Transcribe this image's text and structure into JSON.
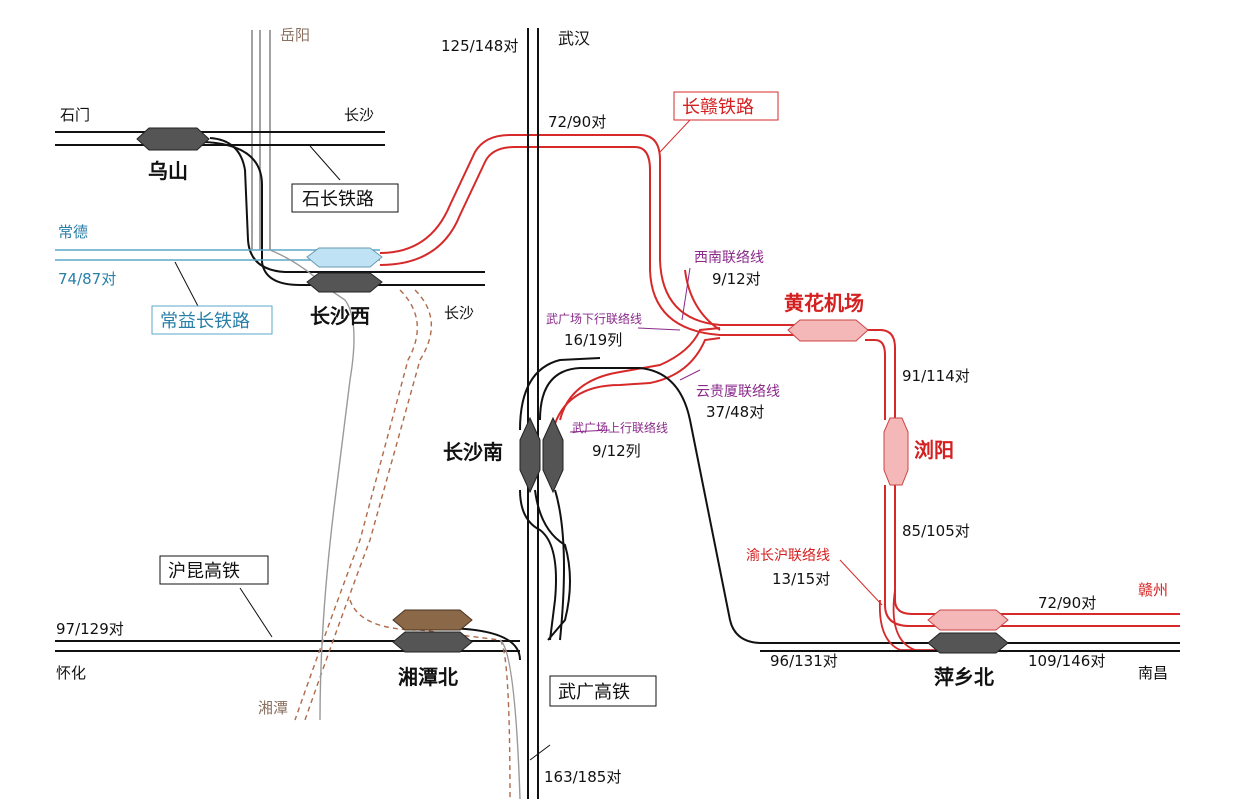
{
  "colors": {
    "track_black": "#111111",
    "track_red": "#d62a2a",
    "track_blue": "#5aa9c9",
    "track_gray": "#8a8a8a",
    "track_dashed_brown": "#b06a4a",
    "label_red": "#d42020",
    "label_purple": "#8b2a8b",
    "label_blue": "#2a7fa8",
    "station_dark": "#555555",
    "station_pink": "#f5b8b8",
    "station_blue": "#bfe3f5",
    "station_brown": "#8a6848"
  },
  "directions": {
    "yueyang": "岳阳",
    "wuhan": "武汉",
    "shimen": "石门",
    "changsha_top": "长沙",
    "changde": "常德",
    "changsha_mid": "长沙",
    "huaihua": "怀化",
    "xiangtan": "湘潭",
    "ganzhou": "赣州",
    "nanchang": "南昌"
  },
  "stations": {
    "wushan": "乌山",
    "changsha_west": "长沙西",
    "changsha_south": "长沙南",
    "huanghua_airport": "黄花机场",
    "liuyang": "浏阳",
    "xiangtan_north": "湘潭北",
    "pingxiang_north": "萍乡北"
  },
  "lines": {
    "shichang": "石长铁路",
    "changyichang": "常益长铁路",
    "changgan": "长赣铁路",
    "hukun": "沪昆高铁",
    "wuguang": "武广高铁",
    "xinan_link": "西南联络线",
    "wuguang_down_link": "武广场下行联络线",
    "yunguixia_link": "云贵厦联络线",
    "wuguang_up_link": "武广场上行联络线",
    "yuchanghu_link": "渝长沪联络线"
  },
  "counts": {
    "wuhan_top": "125/148对",
    "changde": "74/87对",
    "changgan_top": "72/90对",
    "xinan": "9/12对",
    "wuguang_down": "16/19列",
    "yunguixia": "37/48对",
    "wuguang_up": "9/12列",
    "liuyang_north": "91/114对",
    "liuyang_south": "85/105对",
    "yuchanghu": "13/15对",
    "ganzhou": "72/90对",
    "huaihua": "97/129对",
    "hukun_mid": "96/131对",
    "nanchang": "109/146对",
    "wuguang_bottom": "163/185对"
  }
}
